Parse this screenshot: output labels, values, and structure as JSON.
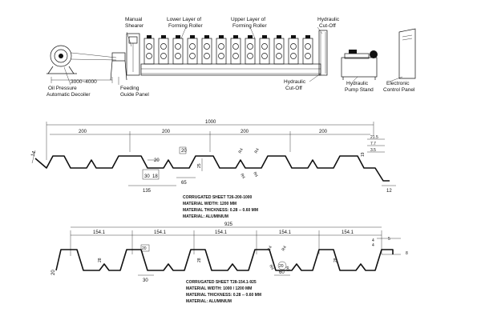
{
  "machine": {
    "labels": {
      "manual_shearer": [
        "Manual",
        "Shearer"
      ],
      "lower_layer": [
        "Lower Layer of",
        "Forming Roller"
      ],
      "upper_layer": [
        "Upper Layer of",
        "Forming Roller"
      ],
      "hydraulic_cutoff_top": [
        "Hydraulic",
        "Cut-Off"
      ],
      "oil_pressure_decoiler": [
        "Oil Pressure",
        "Automatic Decoiler"
      ],
      "length_dim": "3000~4000",
      "feeding_guide": [
        "Feeding",
        "Guide Panel"
      ],
      "hydraulic_cutoff_bottom": [
        "Hydraulic",
        "Cut-Off"
      ],
      "hydraulic_pump": [
        "Hydraulic",
        "Pump Stand"
      ],
      "electronic_panel": [
        "Electronic",
        "Control Panel"
      ]
    }
  },
  "profile1": {
    "overall_width": "1000",
    "pitches": [
      "200",
      "200",
      "200",
      "200"
    ],
    "dims": {
      "d14": "14",
      "d20": "20",
      "d30": "30",
      "d18": "18",
      "d135": "135",
      "d65": "65",
      "d20b": "20",
      "d25": "25",
      "r4": [
        "R4",
        "R4",
        "R4",
        "R4"
      ],
      "right": [
        "21.5",
        "7.7",
        "3.5",
        "19"
      ],
      "d12": "12"
    },
    "spec": {
      "title": "CORRUGATED SHEET T26-200-1000",
      "width": "MATERIAL WIDTH: 1200 MM",
      "thickness": "MATERIAL THICKNESS: 0.28 -- 0.60 MM",
      "material": "MATERIAL: ALUMINIUM"
    }
  },
  "profile2": {
    "overall_width": "925",
    "pitches": [
      "154.1",
      "154.1",
      "154.1",
      "154.1",
      "154.1"
    ],
    "dims": {
      "d28": "28",
      "d20": "20",
      "d30": "30",
      "d28b": "28",
      "r4": [
        "R4",
        "R4",
        "R4",
        "R4"
      ],
      "d20c": "20",
      "d60": "60",
      "d28c": "28",
      "right": [
        "4",
        "8",
        "4",
        "5"
      ],
      "d20left": "20"
    },
    "spec": {
      "title": "CORRUGATED SHEET T28-154.1-925",
      "width": "MATERIAL WIDTH: 1000 / 1200 MM",
      "thickness": "MATERIAL THICKNESS: 0.28 -- 0.60 MM",
      "material": "MATERIAL: ALUMINIUM"
    }
  }
}
